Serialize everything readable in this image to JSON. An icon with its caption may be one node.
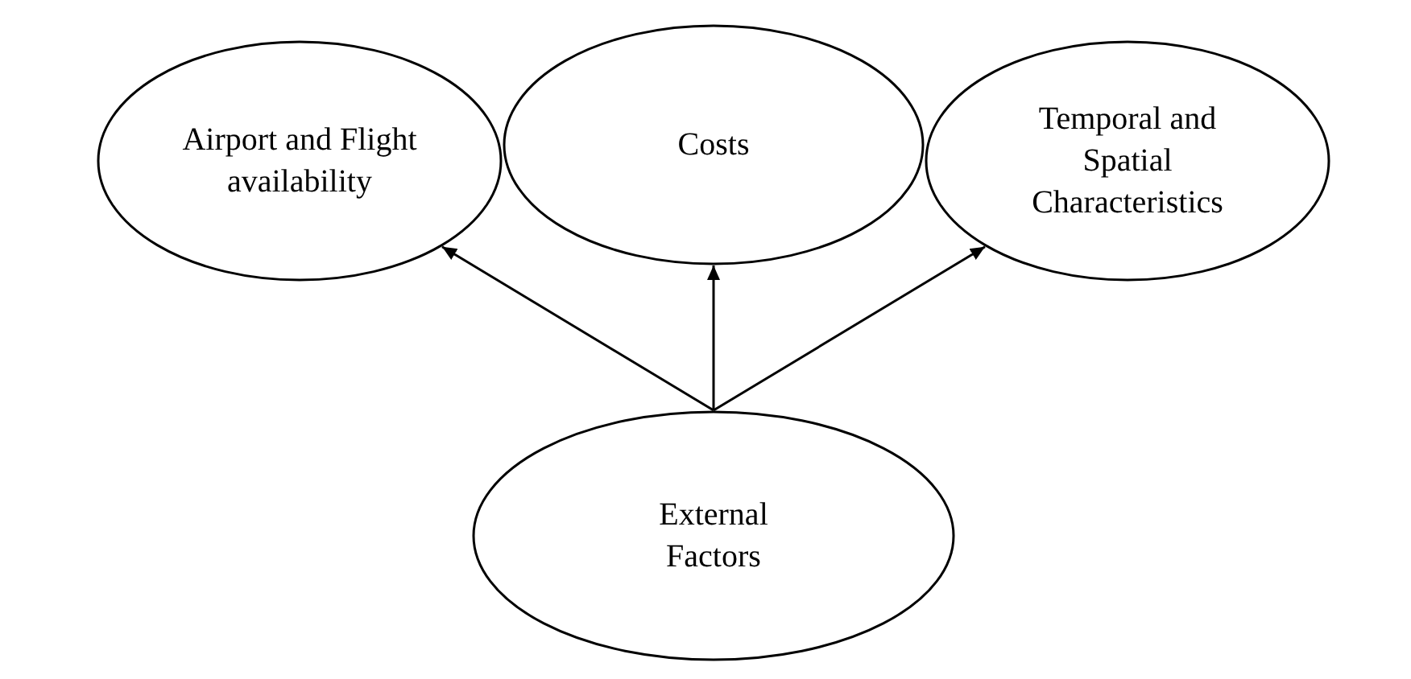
{
  "diagram": {
    "nodes": [
      {
        "text": [
          "Airport and Flight availability"
        ]
      },
      {
        "text": [
          "Costs"
        ]
      },
      {
        "text": [
          "Temporal and Spatial Characteristics"
        ]
      },
      {
        "text": [
          "External Factors"
        ]
      }
    ],
    "edges": [
      {
        "from": 3,
        "to": 0,
        "arrow": "to"
      },
      {
        "from": 3,
        "to": 1,
        "arrow": "to"
      },
      {
        "from": 3,
        "to": 2,
        "arrow": "to"
      }
    ]
  }
}
